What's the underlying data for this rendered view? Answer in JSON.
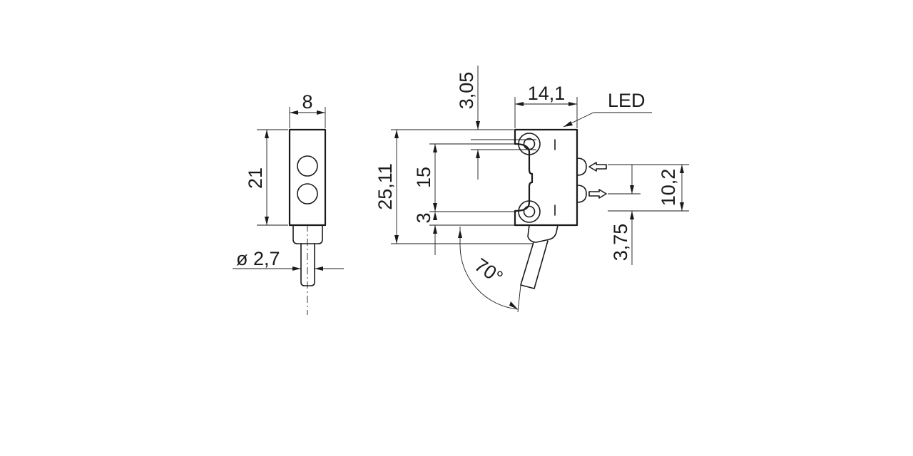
{
  "diagram": {
    "side_view": {
      "width_label": "8",
      "height_label": "21",
      "diameter_label": "ø 2,7"
    },
    "front_view": {
      "width_label": "14,1",
      "hole_offset_label": "3,05",
      "overall_height_label": "25,11",
      "hole_spacing_label": "15",
      "bottom_offset_label": "3",
      "angle_label": "70°",
      "led_label": "LED",
      "optics_spacing_label": "10,2",
      "optics_offset_label": "3,75"
    }
  }
}
